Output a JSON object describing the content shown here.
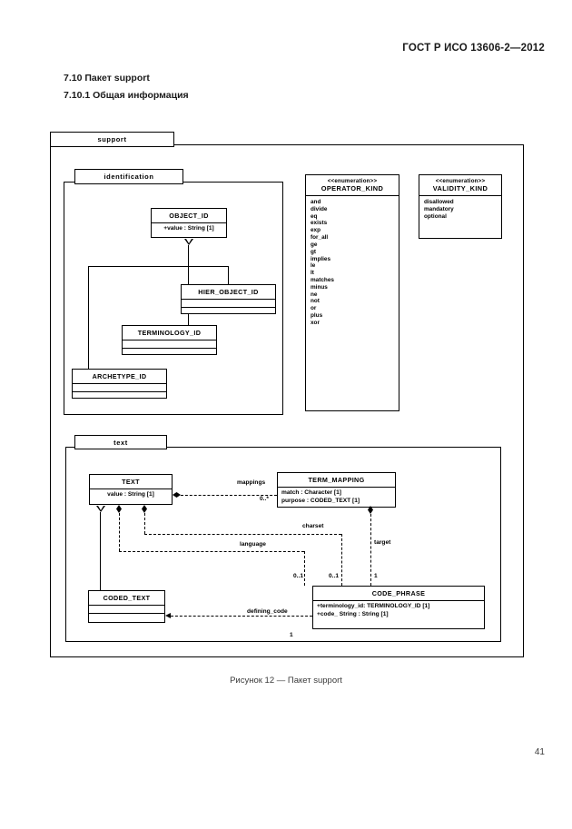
{
  "header": {
    "standard": "ГОСТ Р ИСО 13606-2—2012",
    "page_number": "41"
  },
  "clauses": [
    "7.10 Пакет support",
    "7.10.1 Общая информация"
  ],
  "caption": "Рисунок 12 — Пакет support",
  "packages": {
    "outer": "support",
    "identification": "identification",
    "text": "text"
  },
  "identification_classes": [
    {
      "name": "OBJECT_ID",
      "attributes": [
        "+value : String [1]"
      ]
    },
    {
      "name": "HIER_OBJECT_ID",
      "attributes": []
    },
    {
      "name": "TERMINOLOGY_ID",
      "attributes": []
    },
    {
      "name": "ARCHETYPE_ID",
      "attributes": []
    }
  ],
  "enumerations": [
    {
      "stereotype": "<<enumeration>>",
      "name": "OPERATOR_KIND",
      "literals": [
        "and",
        "divide",
        "eq",
        "exists",
        "exp",
        "for_all",
        "ge",
        "gt",
        "implies",
        "le",
        "lt",
        "matches",
        "minus",
        "ne",
        "not",
        "or",
        "plus",
        "xor"
      ]
    },
    {
      "stereotype": "<<enumeration>>",
      "name": "VALIDITY_KIND",
      "literals": [
        "disallowed",
        "mandatory",
        "optional"
      ]
    }
  ],
  "text_classes": [
    {
      "name": "TEXT",
      "attributes": [
        "value : String [1]"
      ]
    },
    {
      "name": "TERM_MAPPING",
      "attributes": [
        "match : Character [1]",
        "purpose : CODED_TEXT [1]"
      ]
    },
    {
      "name": "CODED_TEXT",
      "attributes": []
    },
    {
      "name": "CODE_PHRASE",
      "attributes": [
        "+terminology_id: TERMINOLOGY_ID [1]",
        "+code_ String : String [1]"
      ]
    }
  ],
  "associations": [
    {
      "role": "mappings",
      "multiplicity": "0..*"
    },
    {
      "role": "charset",
      "multiplicity": "0..1"
    },
    {
      "role": "language",
      "multiplicity": "0..1"
    },
    {
      "role": "target",
      "multiplicity": "1"
    },
    {
      "role": "defining_code",
      "multiplicity": "1"
    }
  ],
  "colors": {
    "ink": "#000000",
    "paper": "#ffffff",
    "text_gray": "#3a3a3a"
  }
}
